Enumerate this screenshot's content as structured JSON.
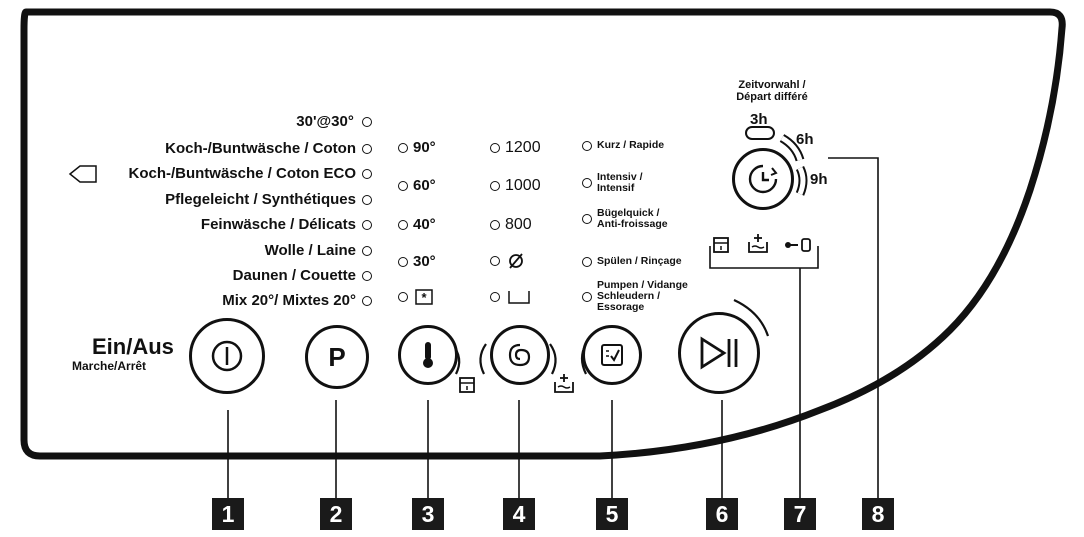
{
  "programs": [
    "Koch-/Buntwäsche / Coton",
    "Koch-/Buntwäsche / Coton ECO",
    "Pflegeleicht / Synthétiques",
    "Feinwäsche / Délicats",
    "Wolle / Laine",
    "Daunen / Couette",
    "Mix 20°/ Mixtes 20°"
  ],
  "quick_program": "30'@30°",
  "temperatures": [
    "90°",
    "60°",
    "40°",
    "30°"
  ],
  "spin_speeds": [
    "1200",
    "1000",
    "800"
  ],
  "options": [
    "Kurz / Rapide",
    "Intensiv / Intensif",
    "Bügelquick / Anti-froissage",
    "Spülen / Rinçage",
    "Pumpen / Vidange Schleudern / Essorage"
  ],
  "options_lines": [
    [
      "Kurz / Rapide"
    ],
    [
      "Intensiv /",
      "Intensif"
    ],
    [
      "Bügelquick /",
      "Anti-froissage"
    ],
    [
      "Spülen / Rinçage"
    ],
    [
      "Pumpen / Vidange",
      "Schleudern /",
      "Essorage"
    ]
  ],
  "power": {
    "label": "Ein/Aus",
    "sublabel": "Marche/Arrêt"
  },
  "program_button": "P",
  "delay": {
    "title_line1": "Zeitvorwahl /",
    "title_line2": "Départ différé",
    "h3": "3h",
    "h6": "6h",
    "h9": "9h"
  },
  "callouts": [
    "1",
    "2",
    "3",
    "4",
    "5",
    "6",
    "7",
    "8"
  ]
}
